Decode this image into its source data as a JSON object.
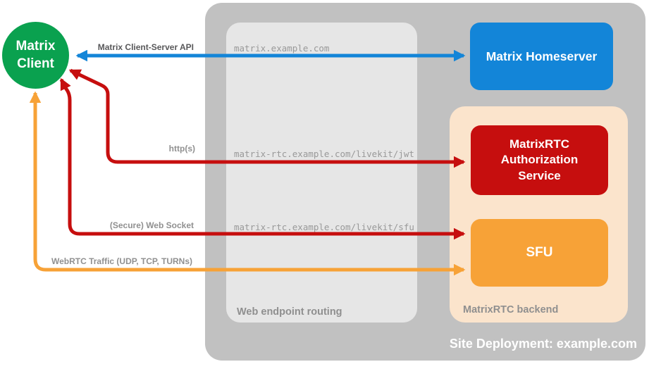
{
  "nodes": {
    "client": "Matrix\nClient",
    "homeserver": "Matrix Homeserver",
    "auth_service": "MatrixRTC Authorization Service",
    "sfu": "SFU"
  },
  "groups": {
    "routing": "Web endpoint routing",
    "backend": "MatrixRTC backend",
    "site": "Site Deployment: example.com"
  },
  "routes": {
    "homeserver_host": "matrix.example.com",
    "jwt_path": "matrix-rtc.example.com/livekit/jwt",
    "sfu_path": "matrix-rtc.example.com/livekit/sfu"
  },
  "arrow_labels": {
    "cs_api": "Matrix Client-Server API",
    "https": "http(s)",
    "websocket": "(Secure) Web Socket",
    "webrtc": "WebRTC Traffic (UDP, TCP, TURNs)"
  },
  "colors": {
    "client_green": "#0aa14f",
    "homeserver_blue": "#1385d8",
    "auth_red": "#c60e0e",
    "sfu_orange": "#f7a237",
    "backend_peach": "#fbe4cc",
    "outer_gray": "#c1c1c1",
    "routing_gray": "#e6e6e6",
    "arrow_blue": "#1385d8",
    "arrow_red": "#c60e0e",
    "arrow_orange": "#f7a237"
  }
}
